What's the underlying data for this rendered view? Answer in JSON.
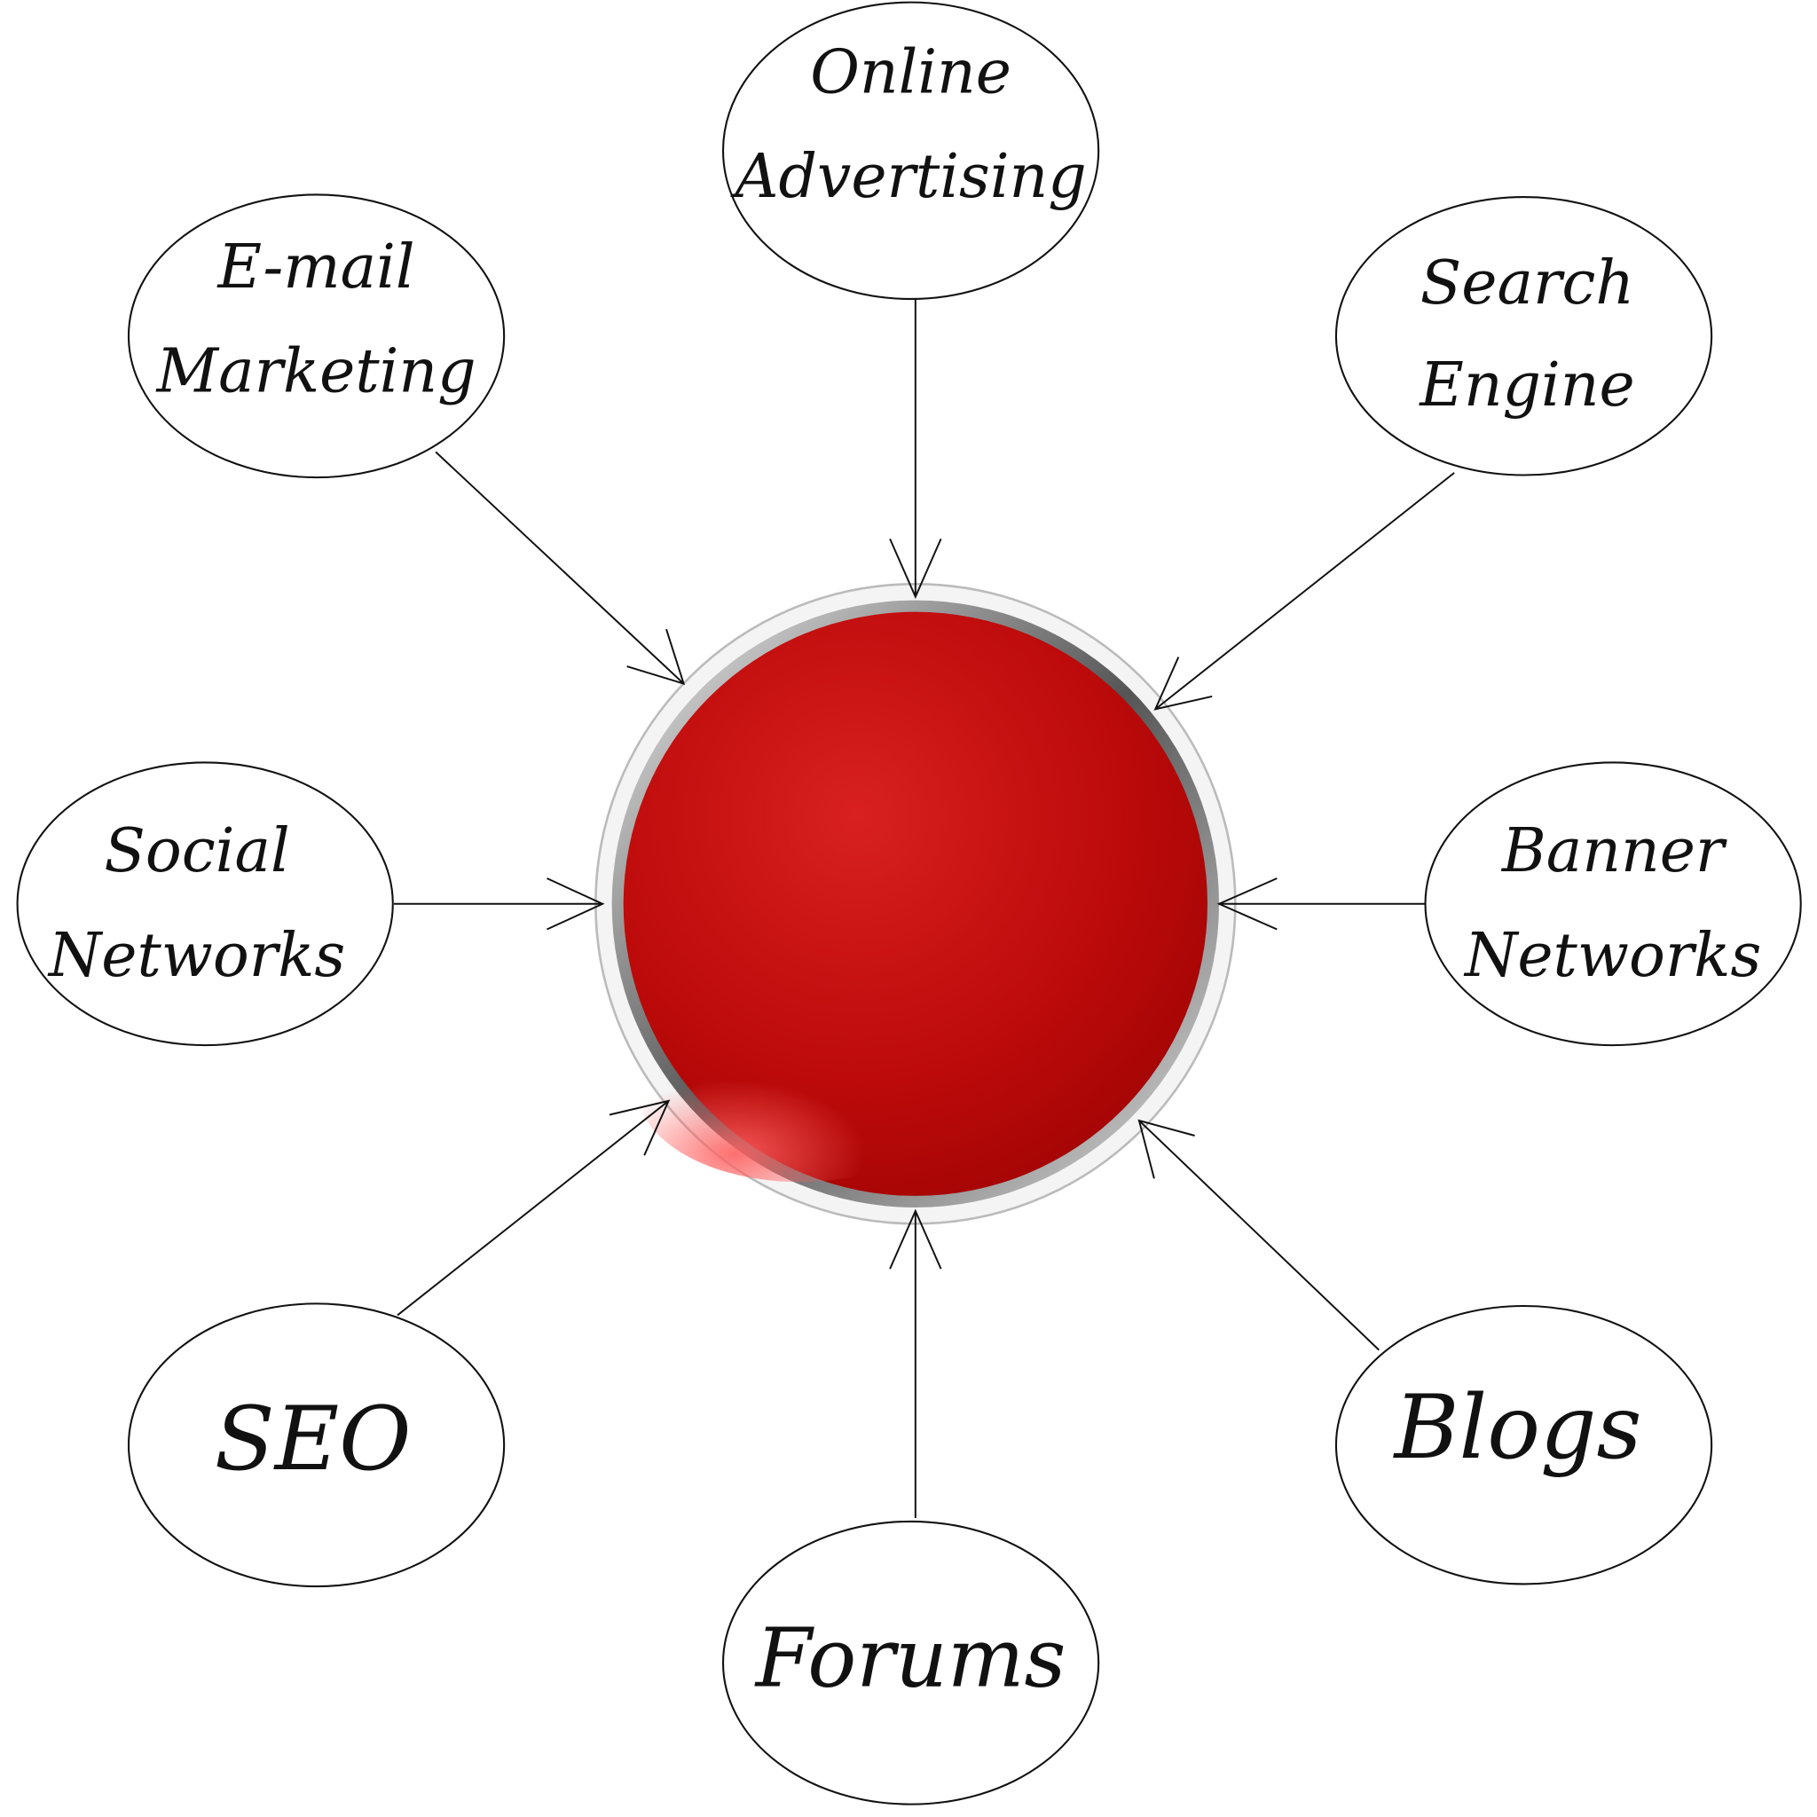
{
  "center": {
    "name": "red-button",
    "color": "#c00b0b"
  },
  "nodes": [
    {
      "id": "online-advertising",
      "lines": [
        "Online",
        "Advertising"
      ]
    },
    {
      "id": "email-marketing",
      "lines": [
        "E-mail",
        "Marketing"
      ]
    },
    {
      "id": "search-engine",
      "lines": [
        "Search",
        "Engine"
      ]
    },
    {
      "id": "social-networks",
      "lines": [
        "Social",
        "Networks"
      ]
    },
    {
      "id": "banner-networks",
      "lines": [
        "Banner",
        "Networks"
      ]
    },
    {
      "id": "seo",
      "lines": [
        "SEO"
      ]
    },
    {
      "id": "blogs",
      "lines": [
        "Blogs"
      ]
    },
    {
      "id": "forums",
      "lines": [
        "Forums"
      ]
    }
  ]
}
